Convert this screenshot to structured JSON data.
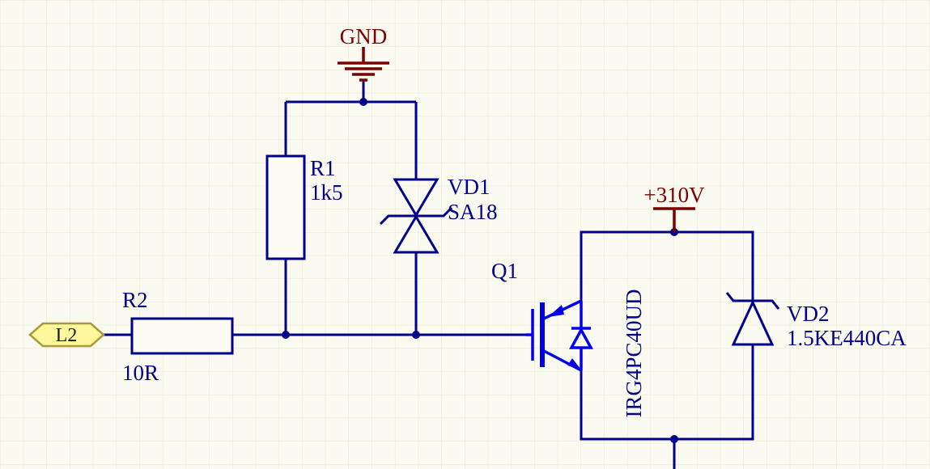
{
  "colors": {
    "bg": "#FBFAF0",
    "compfill": "#FDFCF4",
    "grid": "#E7E6D7",
    "wire": "#00008B",
    "component": "#00008B",
    "label": "#00008B",
    "power": "#7B0000",
    "igbt": "#0000E8",
    "port_fill": "#FFF79B",
    "port_border": "#A79A3C",
    "port_text": "#1B1B1B"
  },
  "power_ports": {
    "gnd": "GND",
    "v310": "+310V"
  },
  "ports": {
    "l2": "L2"
  },
  "components": {
    "r1": {
      "designator": "R1",
      "value": "1k5"
    },
    "r2": {
      "designator": "R2",
      "value": "10R"
    },
    "vd1": {
      "designator": "VD1",
      "value": "SA18"
    },
    "vd2": {
      "designator": "VD2",
      "value": "1.5KE440CA"
    },
    "q1": {
      "designator": "Q1",
      "value": "IRG4PC40UD"
    }
  }
}
